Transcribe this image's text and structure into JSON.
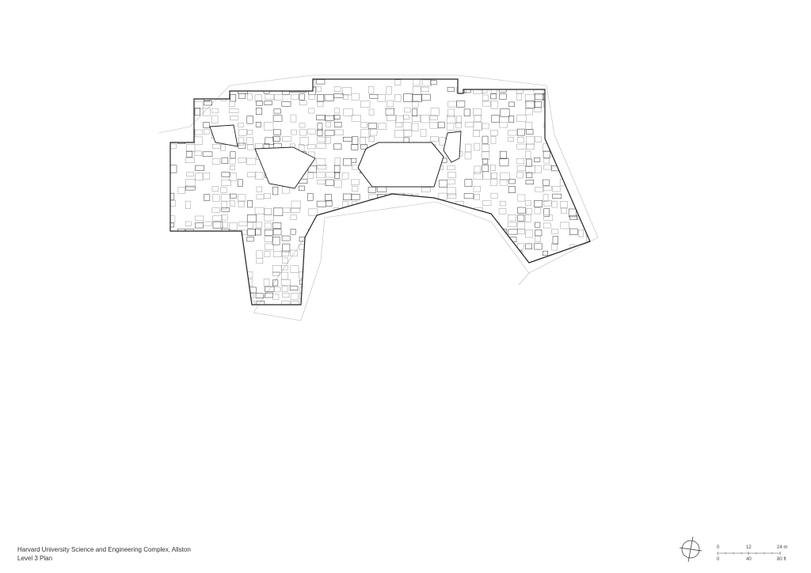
{
  "caption": {
    "title": "Harvard University Science and Engineering Complex, Allston",
    "subtitle": "Level 3 Plan"
  },
  "scale_bar": {
    "metric_ticks": [
      "0",
      "12",
      "24 m"
    ],
    "imperial_ticks": [
      "0",
      "40",
      "80 ft"
    ]
  },
  "north_arrow": {
    "icon": "north-arrow-icon"
  }
}
